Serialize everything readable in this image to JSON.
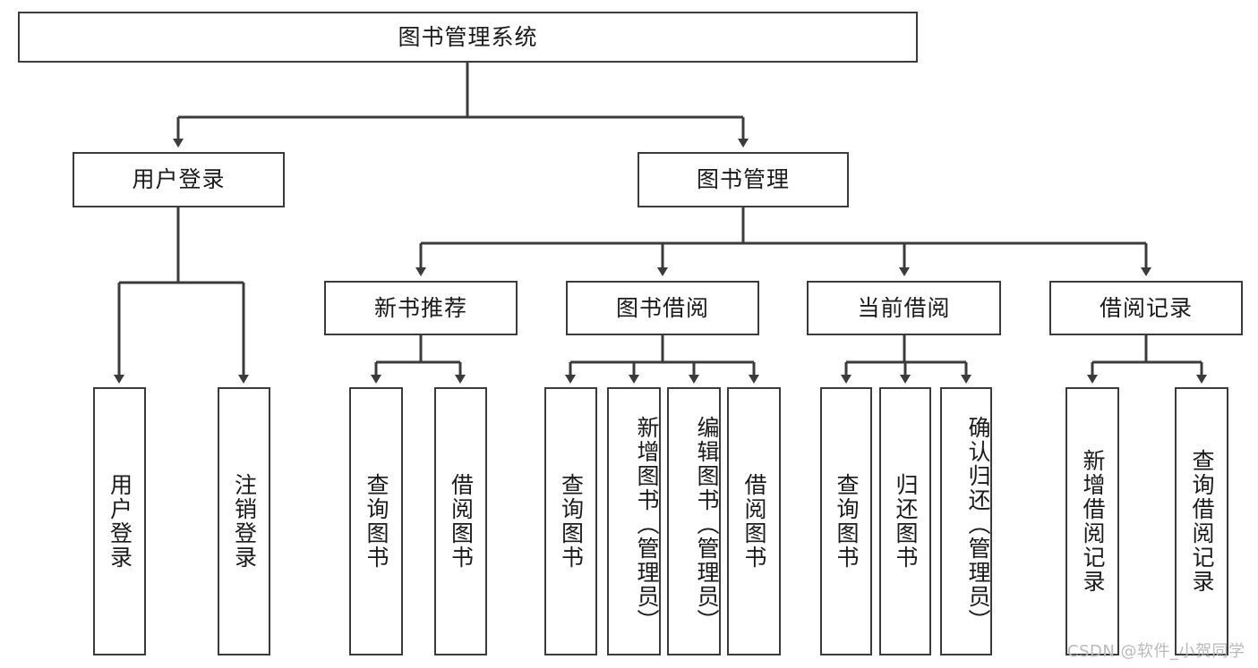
{
  "diagram": {
    "type": "tree-hierarchy",
    "title": "图书管理系统",
    "colors": {
      "border": "#3b3b3b",
      "edge": "#3b3b3b",
      "background": "#ffffff",
      "text": "#1a1a1a",
      "watermark": "#b9b9b9"
    },
    "nodes": {
      "root": {
        "label": "图书管理系统"
      },
      "level2": [
        {
          "id": "user-login",
          "label": "用户登录"
        },
        {
          "id": "book-management",
          "label": "图书管理"
        }
      ],
      "level3": [
        {
          "id": "new-book-recommend",
          "label": "新书推荐"
        },
        {
          "id": "book-borrow",
          "label": "图书借阅"
        },
        {
          "id": "current-borrow",
          "label": "当前借阅"
        },
        {
          "id": "borrow-record",
          "label": "借阅记录"
        }
      ],
      "leaves": [
        {
          "id": "user-login-action",
          "label": "用户登录",
          "parent": "user-login"
        },
        {
          "id": "user-logout-action",
          "label": "注销登录",
          "parent": "user-login"
        },
        {
          "id": "query-book-1",
          "label": "查询图书",
          "parent": "new-book-recommend"
        },
        {
          "id": "borrow-book-1",
          "label": "借阅图书",
          "parent": "new-book-recommend"
        },
        {
          "id": "query-book-2",
          "label": "查询图书",
          "parent": "book-borrow"
        },
        {
          "id": "add-book-admin",
          "label": "新增图书（管理员）",
          "parent": "book-borrow"
        },
        {
          "id": "edit-book-admin",
          "label": "编辑图书（管理员）",
          "parent": "book-borrow"
        },
        {
          "id": "borrow-book-2",
          "label": "借阅图书",
          "parent": "book-borrow"
        },
        {
          "id": "query-book-3",
          "label": "查询图书",
          "parent": "current-borrow"
        },
        {
          "id": "return-book",
          "label": "归还图书",
          "parent": "current-borrow"
        },
        {
          "id": "confirm-return-admin",
          "label": "确认归还（管理员）",
          "parent": "current-borrow"
        },
        {
          "id": "add-borrow-record",
          "label": "新增借阅记录",
          "parent": "borrow-record"
        },
        {
          "id": "query-borrow-record",
          "label": "查询借阅记录",
          "parent": "borrow-record"
        }
      ]
    },
    "watermark": "CSDN @软件_小贺同学"
  }
}
